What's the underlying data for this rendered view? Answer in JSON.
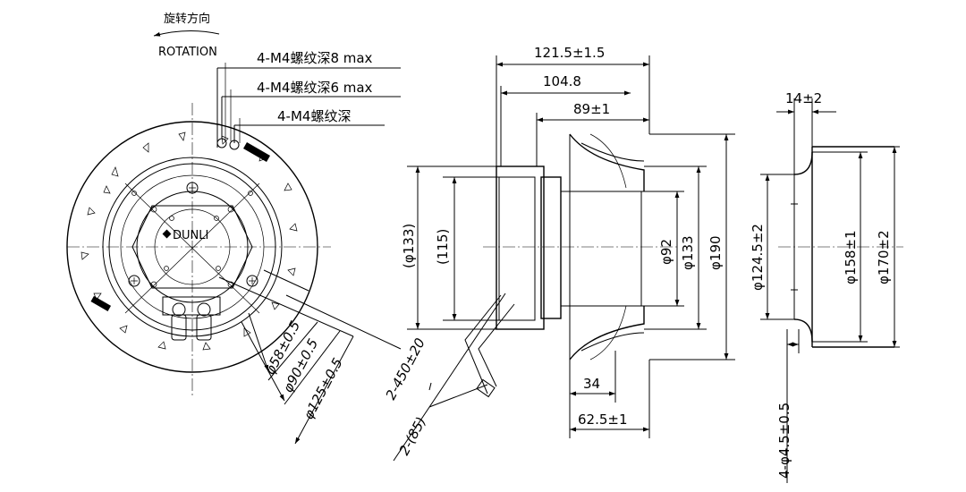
{
  "front_view": {
    "rotation_cn": "旋转方向",
    "rotation_en": "ROTATION",
    "thread_8": "4-M4螺纹深8 max",
    "thread_6": "4-M4螺纹深6 max",
    "thread": "4-M4螺纹深",
    "brand": "DUNLI",
    "dia_58": "φ58±0.5",
    "dia_90": "φ90±0.5",
    "dia_125": "φ125±0.5",
    "cable_len": "2-450±20",
    "cable_85": "2-(85)"
  },
  "side_view": {
    "len_121": "121.5±1.5",
    "len_104": "104.8",
    "len_89": "89±1",
    "dia_133_paren": "(φ133)",
    "dim_115": "(115)",
    "dia_92": "φ92",
    "dia_133": "φ133",
    "dia_190": "φ190",
    "len_34": "34",
    "len_62": "62.5±1"
  },
  "ring_view": {
    "width": "14±2",
    "dia_124": "φ124.5±2",
    "dia_158": "φ158±1",
    "dia_170": "φ170±2",
    "holes": "4-φ4.5±0.5"
  }
}
